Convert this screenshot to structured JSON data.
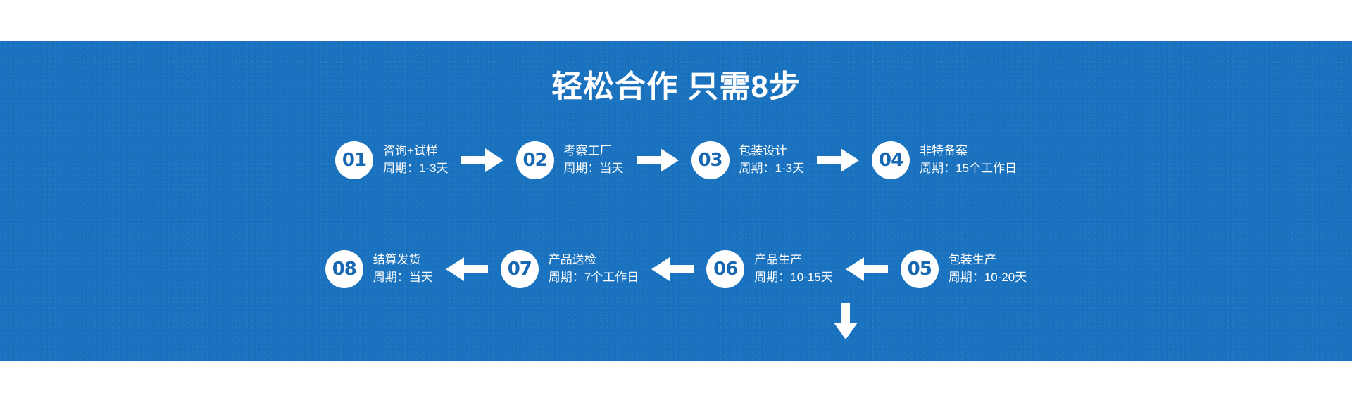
{
  "banner": {
    "background_color": "#1a73c0",
    "text_color": "#ffffff",
    "badge_text_color": "#1767b3",
    "title": "轻松合作 只需8步"
  },
  "flow": {
    "row1": [
      {
        "num": "01",
        "name": "咨询+试样",
        "cycle": "周期：1-3天"
      },
      {
        "num": "02",
        "name": "考察工厂",
        "cycle": "周期：当天"
      },
      {
        "num": "03",
        "name": "包装设计",
        "cycle": "周期：1-3天"
      },
      {
        "num": "04",
        "name": "非特备案",
        "cycle": "周期：15个工作日"
      }
    ],
    "row2": [
      {
        "num": "08",
        "name": "结算发货",
        "cycle": "周期：当天"
      },
      {
        "num": "07",
        "name": "产品送检",
        "cycle": "周期：7个工作日"
      },
      {
        "num": "06",
        "name": "产品生产",
        "cycle": "周期：10-15天"
      },
      {
        "num": "05",
        "name": "包装生产",
        "cycle": "周期：10-20天"
      }
    ],
    "arrows": {
      "right": "arrow-right-icon",
      "left": "arrow-left-icon",
      "down": "arrow-down-icon"
    }
  }
}
